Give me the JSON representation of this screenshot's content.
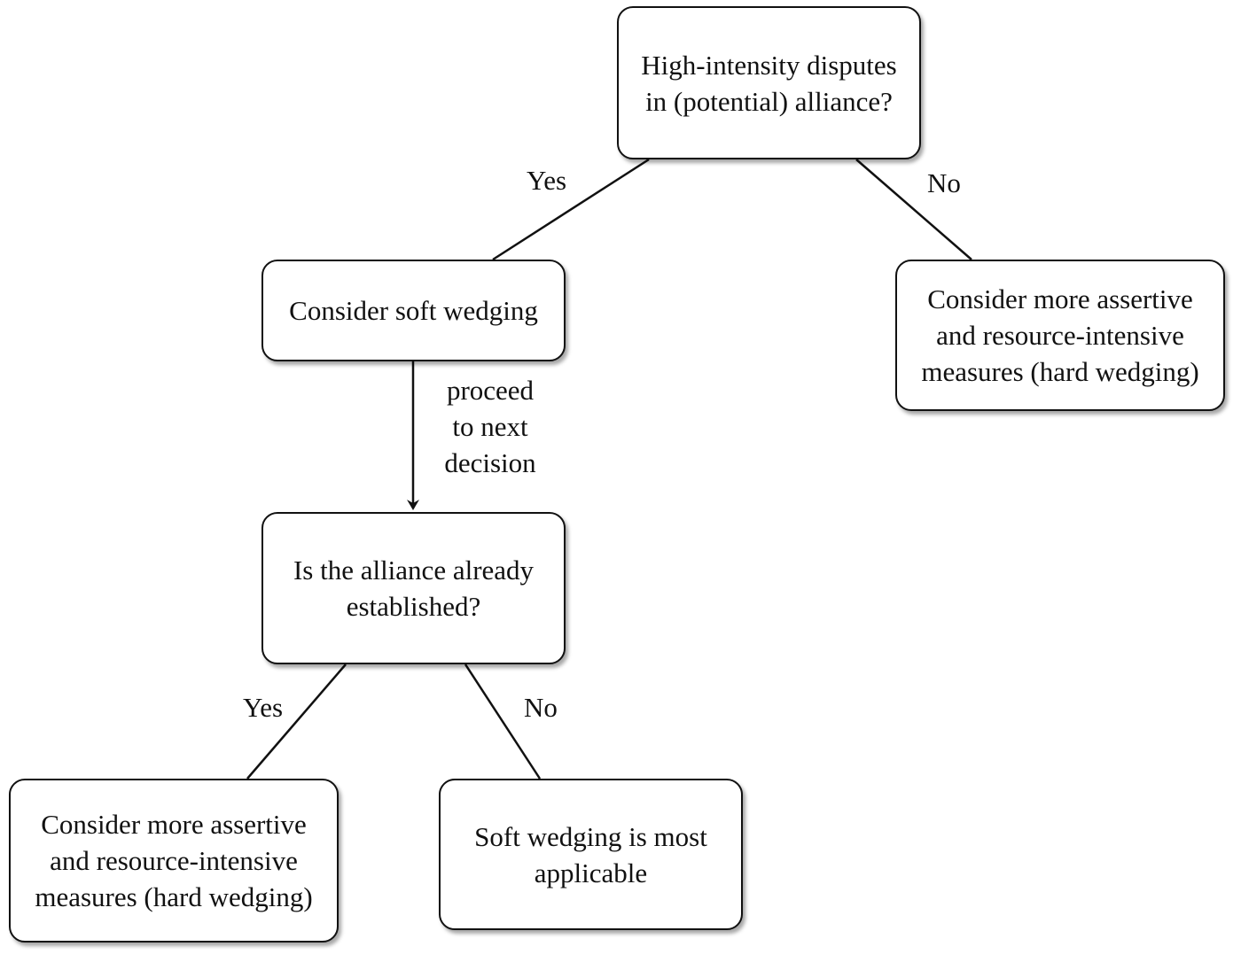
{
  "nodes": {
    "root_question": "High-intensity disputes\nin (potential) alliance?",
    "soft_wedging": "Consider soft wedging",
    "hard_wedging_right": "Consider more assertive\nand resource-intensive\nmeasures (hard wedging)",
    "alliance_established": "Is the alliance already\nestablished?",
    "hard_wedging_left": "Consider more assertive\nand resource-intensive\nmeasures (hard wedging)",
    "soft_applicable": "Soft wedging is most\napplicable"
  },
  "edge_labels": {
    "root_yes": "Yes",
    "root_no": "No",
    "proceed": "proceed\nto next\ndecision",
    "established_yes": "Yes",
    "established_no": "No"
  }
}
